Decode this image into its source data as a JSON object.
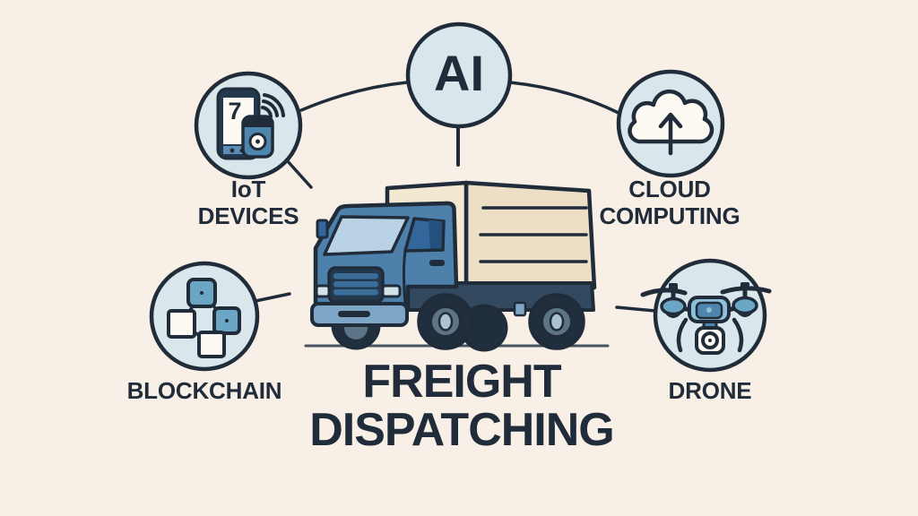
{
  "title": {
    "text": "FREIGHT\nDISPATCHING"
  },
  "nodes": [
    {
      "id": "ai",
      "label": "AI",
      "icon": "ai-badge"
    },
    {
      "id": "iot",
      "label": "IoT\nDEVICES",
      "icon": "smartphone-wifi-icon"
    },
    {
      "id": "cloud",
      "label": "CLOUD\nCOMPUTING",
      "icon": "cloud-upload-icon"
    },
    {
      "id": "blockchain",
      "label": "BLOCKCHAIN",
      "icon": "linked-blocks-icon"
    },
    {
      "id": "drone",
      "label": "DRONE",
      "icon": "quadcopter-icon"
    }
  ],
  "center_illustration": "delivery-truck",
  "phone": {
    "screen_text": "7"
  },
  "colors": {
    "bg": "#f8f0e6",
    "ink": "#212c3a",
    "circle_fill": "#d9e7ec",
    "paper_white": "#fdfaf4",
    "box_cream": "#ecdfc6",
    "box_front": "#f3e9d2",
    "cab_blue": "#4d80ab",
    "windshield_blue": "#b9d3e4",
    "window_blue": "#33679b",
    "window_dark": "#24507e",
    "chassis_navy": "#33495f",
    "bumper_blue": "#7ea6c6",
    "grille_dark": "#24384e",
    "grille_slat": "#3b6d9a",
    "headlight": "#d3e2e9",
    "tire": "#202e3e",
    "hub": "#5d7487",
    "hub_center": "#a9c3d2",
    "block_blue": "#6ba6c4",
    "drone_body": "#8ec0d8",
    "screen_blue": "#4e86ad",
    "phone_band": "#5d8db4",
    "ground": "#49525e"
  }
}
